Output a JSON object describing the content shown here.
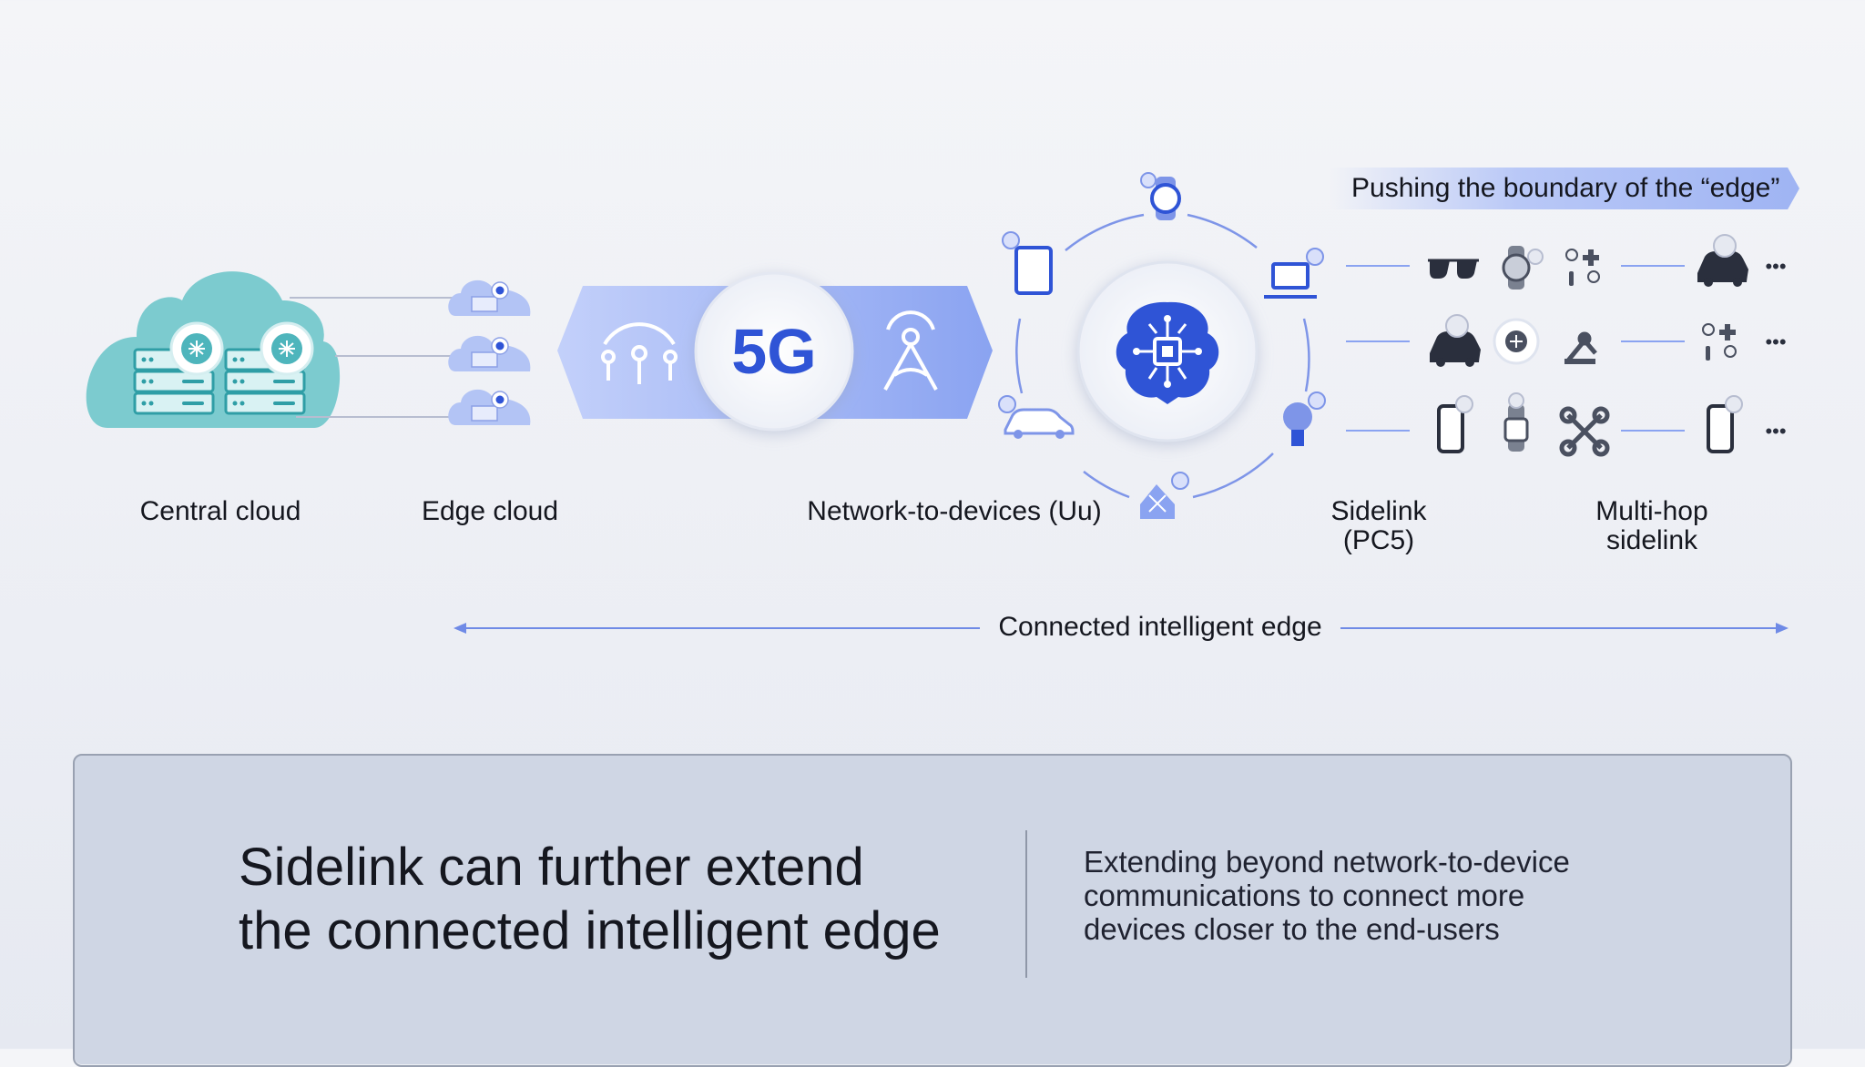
{
  "diagram": {
    "banner": "Pushing the boundary of the “edge”",
    "center_badge": "5G",
    "labels": {
      "central_cloud": "Central cloud",
      "edge_cloud": "Edge cloud",
      "uu": "Network-to-devices (Uu)",
      "sidelink_line1": "Sidelink",
      "sidelink_line2": "(PC5)",
      "multihop_line1": "Multi-hop",
      "multihop_line2": "sidelink"
    },
    "arrow_label": "Connected intelligent edge",
    "more_indicator": "•••"
  },
  "panel": {
    "title_line1": "Sidelink can further extend",
    "title_line2": "the connected intelligent edge",
    "description_lines": [
      "Extending beyond network-to-device",
      "communications to connect more",
      "devices closer to the end-users"
    ]
  },
  "colors": {
    "accent_blue": "#2f54d6",
    "light_blue": "#a9bcf5",
    "cloud_teal": "#7ccbcf",
    "server_teal": "#2f9ea6",
    "line_gray": "#b7bdd0"
  }
}
